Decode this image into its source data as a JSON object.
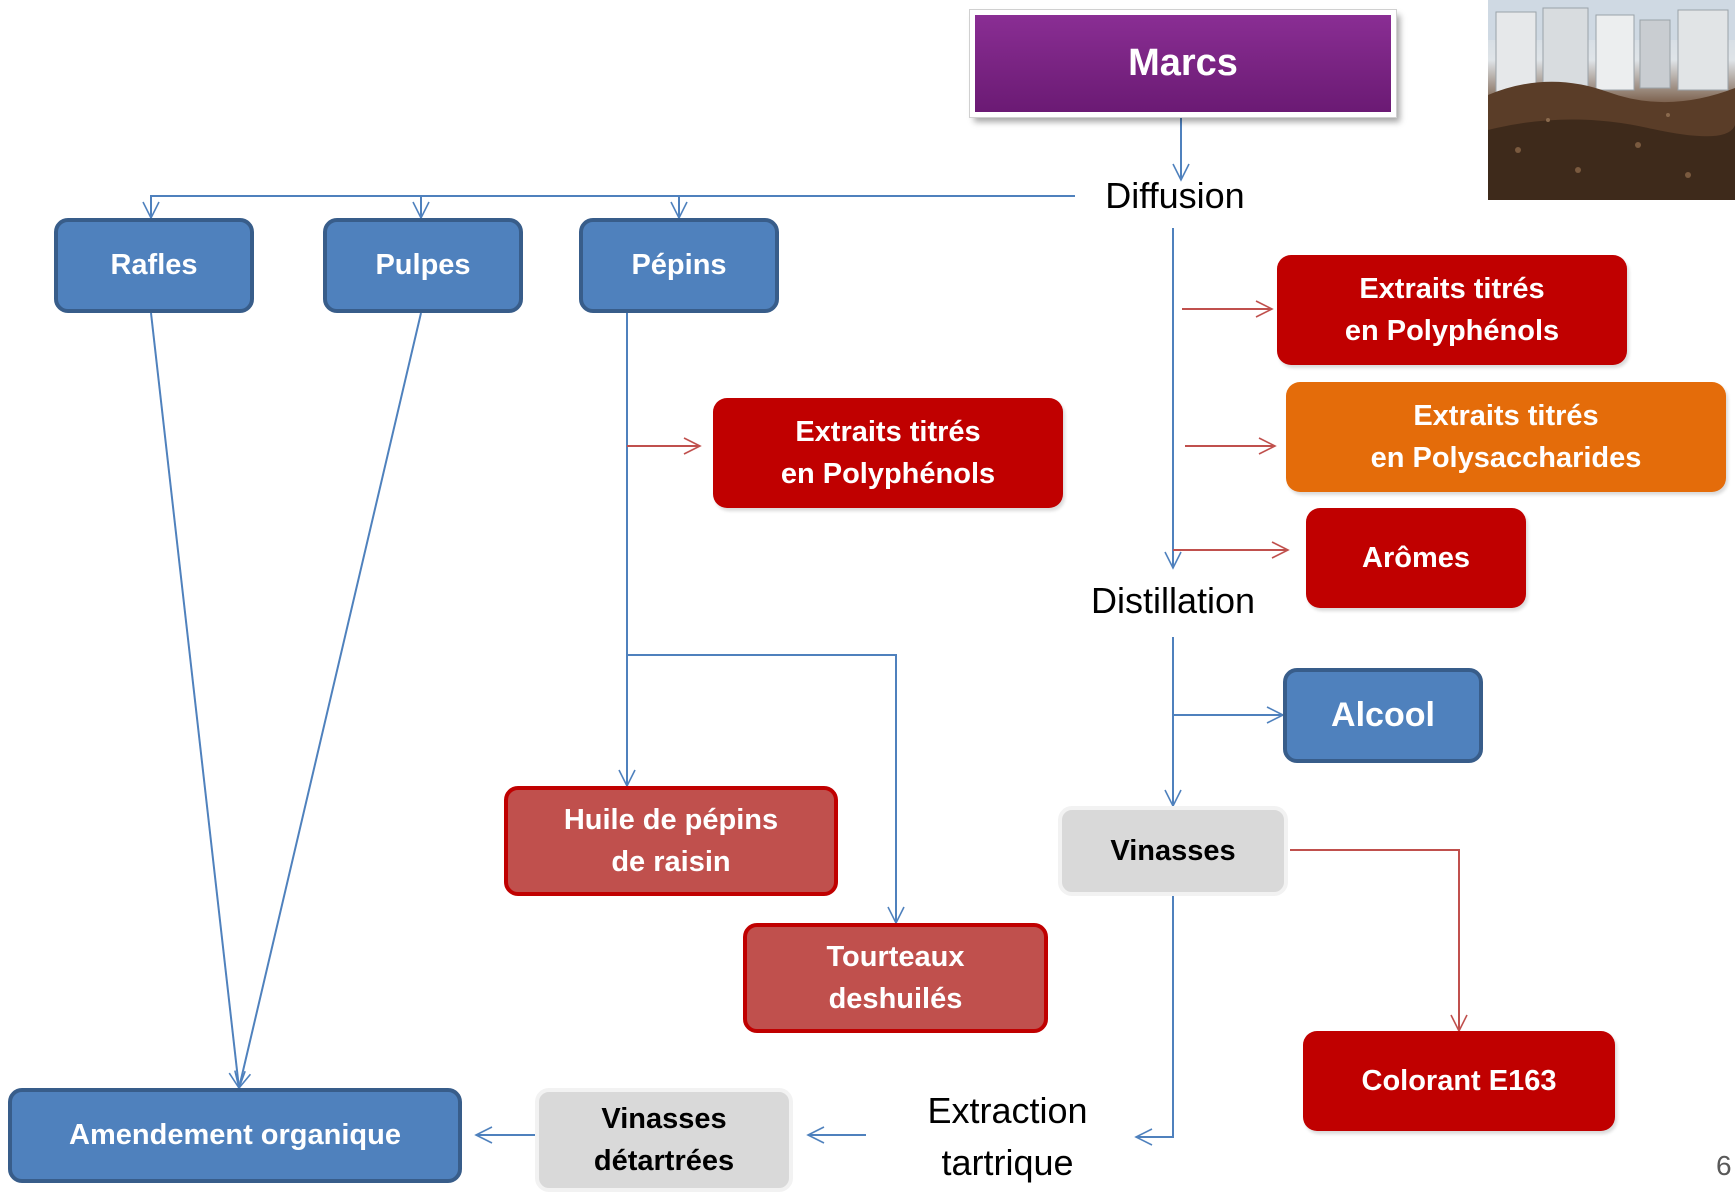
{
  "nodes": {
    "marcs": "Marcs",
    "rafles": "Rafles",
    "pulpes": "Pulpes",
    "pepins": "Pépins",
    "extraits_polyphenols_right": "Extraits titrés\nen Polyphénols",
    "extraits_polyphenols_left": "Extraits titrés\nen Polyphénols",
    "extraits_polysaccharides": "Extraits titrés\nen Polysaccharides",
    "aromes": "Arômes",
    "alcool": "Alcool",
    "vinasses": "Vinasses",
    "huile": "Huile de pépins\nde raisin",
    "tourteaux": "Tourteaux\ndeshuilés",
    "colorant": "Colorant E163",
    "amendement": "Amendement organique",
    "vinasses_detartrees": "Vinasses\ndétartrées"
  },
  "steps": {
    "diffusion": "Diffusion",
    "distillation": "Distillation",
    "extraction": "Extraction\ntartrique"
  },
  "page_number": "6",
  "colors": {
    "blue_fill": "#4f81bd",
    "blue_border": "#385d8a",
    "red": "#c00000",
    "rose": "#c0504d",
    "orange": "#e46c0a",
    "grey": "#d9d9d9",
    "purple": "#7a2483"
  }
}
